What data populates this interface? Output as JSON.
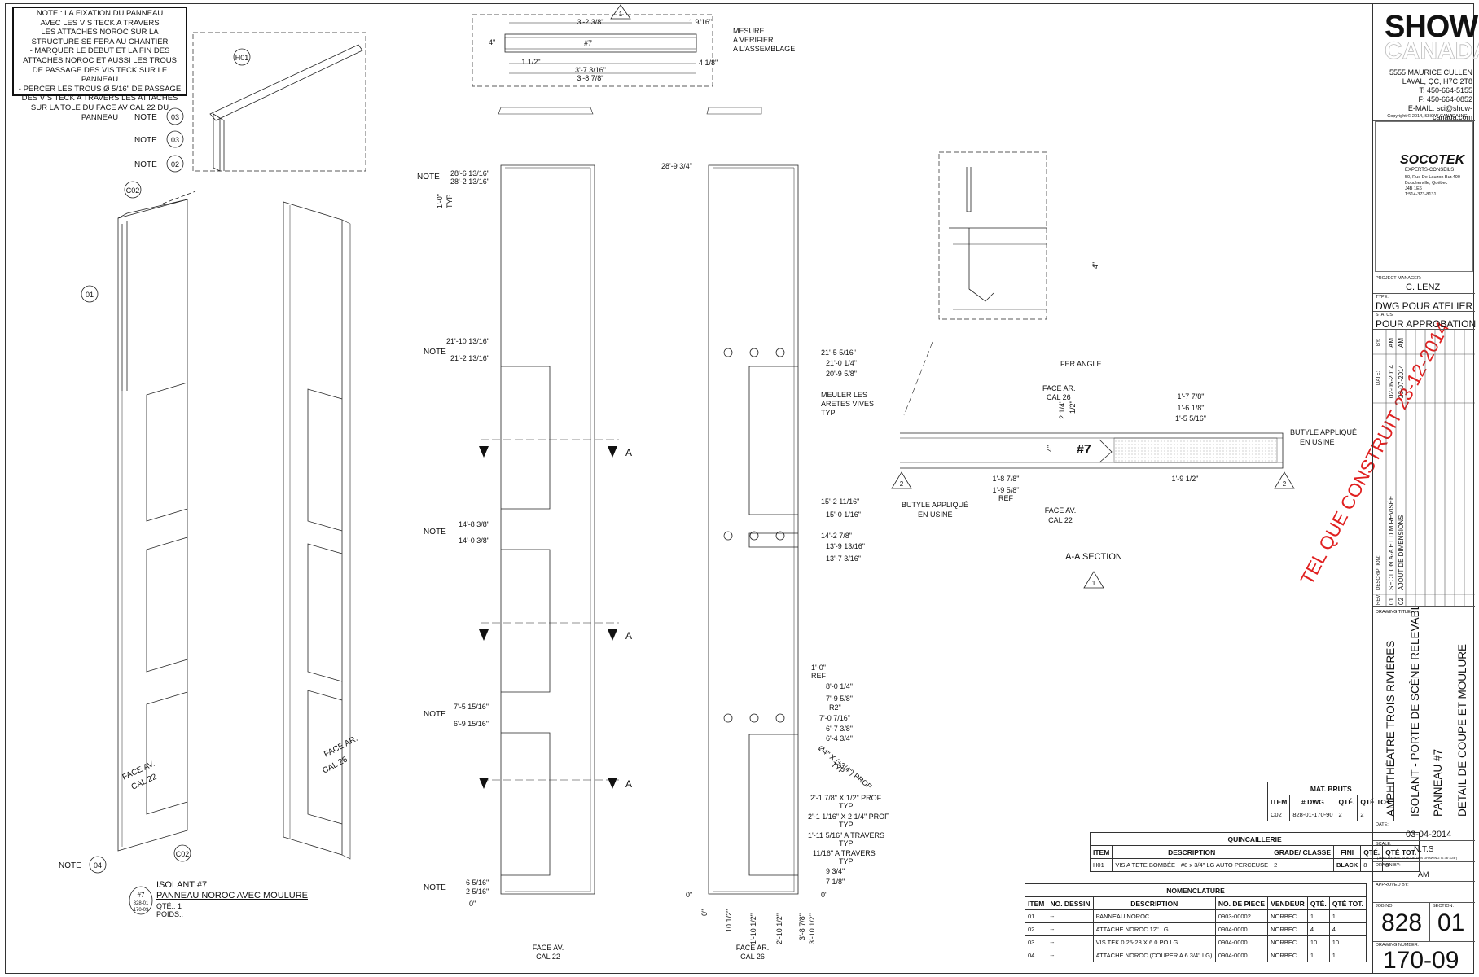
{
  "note": {
    "lines": [
      "NOTE : LA FIXATION DU PANNEAU",
      "AVEC LES VIS TECK A TRAVERS",
      "LES ATTACHES NOROC SUR LA",
      "STRUCTURE SE FERA AU CHANTIER",
      "- MARQUER LE DEBUT ET LA FIN DES",
      "ATTACHES NOROC ET AUSSI LES TROUS",
      "DE PASSAGE DES VIS TECK SUR LE PANNEAU",
      "- PERCER LES TROUS Ø 5/16\" DE PASSAGE",
      "DES VIS TECK A TRAVERS LES ATTACHES",
      "SUR LA TOLE DU FACE AV CAL 22 DU PANNEAU"
    ]
  },
  "iso": {
    "h01": "H01",
    "c02": "C02",
    "o01": "01",
    "o03": "03",
    "o02": "02",
    "o04": "04",
    "note": "NOTE",
    "face_av": "FACE AV.",
    "cal22": "CAL 22",
    "face_ar": "FACE AR.",
    "cal26": "CAL 26",
    "title1": "ISOLANT #7",
    "title2": "PANNEAU NOROC AVEC MOULURE",
    "qty": "QTÉ.: 1",
    "weight": "POIDS.:",
    "tag_num": "#7",
    "tag_ref1": "828-01",
    "tag_ref2": "170-09"
  },
  "topview": {
    "d1": "3'-2 3/8\"",
    "d2": "1 9/16\"",
    "d3": "4\"",
    "d4": "#7",
    "d5": "1 1/2\"",
    "d6": "3'-7 3/16\"",
    "d7": "3'-8 7/8\"",
    "d8": "4 1/8\"",
    "m1": "MESURE",
    "m2": "A VERIFIER",
    "m3": "A L'ASSEMBLAGE",
    "tri": "1"
  },
  "front": {
    "note": "NOTE",
    "l1": "28'-6 13/16\"",
    "l2": "28'-2 13/16\"",
    "typ1": "1'-0\"",
    "typ2": "TYP",
    "l3": "21'-10 13/16\"",
    "l4": "21'-2 13/16\"",
    "l5": "14'-8 3/8\"",
    "l6": "14'-0 3/8\"",
    "l7": "7'-5 15/16\"",
    "l8": "6'-9 15/16\"",
    "l9": "6 5/16\"",
    "l10": "2 5/16\"",
    "l11": "0\"",
    "a": "A",
    "face": "FACE AV.",
    "cal": "CAL 22"
  },
  "back": {
    "top": "28'-9 3/4\"",
    "r1": "21'-5 5/16\"",
    "r2": "21'-0 1/4\"",
    "r3": "20'-9 5/8\"",
    "m1": "MEULER LES",
    "m2": "ARETES VIVES",
    "m3": "TYP",
    "r4": "15'-2 11/16\"",
    "r5": "15'-0 1/16\"",
    "r6": "14'-2 7/8\"",
    "r7": "13'-9 13/16\"",
    "r8": "13'-7 3/16\"",
    "r9": "1'-0\"",
    "r10": "REF",
    "r11": "8'-0 1/4\"",
    "r12": "7'-9 5/8\"",
    "r13": "R2\"",
    "r14": "7'-0 7/16\"",
    "r15": "6'-7 3/8\"",
    "r16": "6'-4 3/4\"",
    "hole": "Ø4\" X (±3/4\") PROF",
    "hole_typ": "TYP",
    "h1": "2'-1 7/8\" X 1/2\" PROF",
    "h1t": "TYP",
    "h2": "2'-1 1/16\" X 2 1/4\" PROF",
    "h2t": "TYP",
    "h3": "1'-11 5/16\" A TRAVERS",
    "h3t": "TYP",
    "h4": "11/16\" A TRAVERS",
    "h4t": "TYP",
    "h5": "9 3/4\"",
    "h6": "7 1/8\"",
    "h7": "0\"",
    "b0": "0\"",
    "b1": "10 1/2\"",
    "b2": "1'-10 1/2\"",
    "b3": "2'-10 1/2\"",
    "b4": "3'-8 7/8\"",
    "b5": "3'-10 1/2\"",
    "face": "FACE AR.",
    "cal": "CAL 26"
  },
  "section": {
    "v1": "4\"",
    "fer": "FER ANGLE",
    "face_ar": "FACE AR.",
    "cal26": "CAL 26",
    "d1": "1'-7 7/8\"",
    "d2": "1'-6 1/8\"",
    "d3": "1'-5 5/16\"",
    "d4": "2 1/4\"",
    "d5": "1/2\"",
    "d6": "4\"",
    "num": "#7",
    "but1": "BUTYLE APPLIQUÉ",
    "but2": "EN USINE",
    "d7": "1'-8 7/8\"",
    "d8": "1'-9 1/2\"",
    "d9": "1'-9 5/8\"",
    "ref": "REF",
    "but3": "BUTYLE APPLIQUÉ",
    "but4": "EN USINE",
    "face_av": "FACE AV.",
    "cal22": "CAL 22",
    "tri": "2",
    "tri1": "1",
    "title": "A-A SECTION"
  },
  "stamp": "TEL QUE CONSTRUIT 23-12-2014",
  "mat": {
    "title": "MAT. BRUTS",
    "headers": [
      "ITEM",
      "# DWG",
      "QTÉ.",
      "QTÉ TOT."
    ],
    "rows": [
      [
        "C02",
        "828-01-170-90",
        "2",
        "2"
      ]
    ]
  },
  "quinc": {
    "title": "QUINCAILLERIE",
    "headers": [
      "ITEM",
      "DESCRIPTION",
      "GRADE/ CLASSE",
      "FINI",
      "QTÉ.",
      "QTÉ TOT."
    ],
    "rows": [
      [
        "H01",
        "VIS A TETE BOMBÉE",
        "#8 x 3/4\" LG AUTO PERCEUSE",
        "2",
        "BLACK",
        "8",
        "8"
      ]
    ]
  },
  "nomen": {
    "title": "NOMENCLATURE",
    "headers": [
      "ITEM",
      "NO. DESSIN",
      "DESCRIPTION",
      "NO. DE PIECE",
      "VENDEUR",
      "QTÉ.",
      "QTÉ TOT."
    ],
    "rows": [
      [
        "01",
        "--",
        "PANNEAU NOROC",
        "0903-00002",
        "NORBEC",
        "1",
        "1"
      ],
      [
        "02",
        "--",
        "ATTACHE NOROC 12\" LG",
        "0904-0000",
        "NORBEC",
        "4",
        "4"
      ],
      [
        "03",
        "--",
        "VIS TEK 0.25-28 X 6.0 PO LG",
        "0904-0000",
        "NORBEC",
        "10",
        "10"
      ],
      [
        "04",
        "--",
        "ATTACHE NOROC (COUPER A 6 3/4\" LG)",
        "0904-0000",
        "NORBEC",
        "1",
        "1"
      ]
    ]
  },
  "titleblock": {
    "logo1": "SHOW",
    "logo2": "CANADA",
    "addr": [
      "5555 MAURICE CULLEN",
      "LAVAL, QC, H7C 2T8",
      "T: 450-664-5155",
      "F: 450-664-0852",
      "E-MAIL: sci@show-canada.com"
    ],
    "copyright": "Copyright © 2014, SHOW CANADA INC.",
    "socotek": "SOCOTEK",
    "socotek_sub": "EXPERTS-CONSEILS",
    "socotek_addr": [
      "50, Rue De Lauzon Bur.400",
      "Boucherville, Québec",
      "J4B 1E6",
      "T:514-373-8131"
    ],
    "pm_label": "PROJECT MANAGER:",
    "pm": "C. LENZ",
    "type_label": "TYPE:",
    "type": "DWG POUR ATELIER",
    "status_label": "STATUS:",
    "status": "POUR APPROBATION",
    "rev_labels": {
      "by": "BY:",
      "date": "DATE:",
      "desc": "DESCRIPTION:",
      "rev": "REV:"
    },
    "revs": [
      {
        "rev": "01",
        "date": "02-05-2014",
        "by": "AM",
        "desc": "SECTION A-A ET DIM REVISÉE"
      },
      {
        "rev": "02",
        "date": "23-07-2014",
        "by": "AM",
        "desc": "AJOUT DE DIMENSIONS"
      }
    ],
    "dt_label": "DRAWING TITLE:",
    "dt": [
      "AMPHITHÉATRE TROIS RIVIÈRES",
      "ISOLANT - PORTE DE SCÈNE RELEVABLE",
      "PANNEAU #7",
      "DETAIL DE COUPE ET MOULURE"
    ],
    "date_label": "DATE:",
    "date": "03-04-2014",
    "scale_label": "SCALE:",
    "scale": "N.T.S",
    "scale_note": "(THE ORIGINAL SIZE OF THIS DRAWING IS 36\"X24\")",
    "drawn_label": "DRAWN BY:",
    "drawn": "AM",
    "approved_label": "APPROVED BY:",
    "job_label": "JOB NO:",
    "job": "828",
    "section_label": "SECTION:",
    "section": "01",
    "dn_label": "DRAWING NUMBER:",
    "dn": "170-09"
  }
}
